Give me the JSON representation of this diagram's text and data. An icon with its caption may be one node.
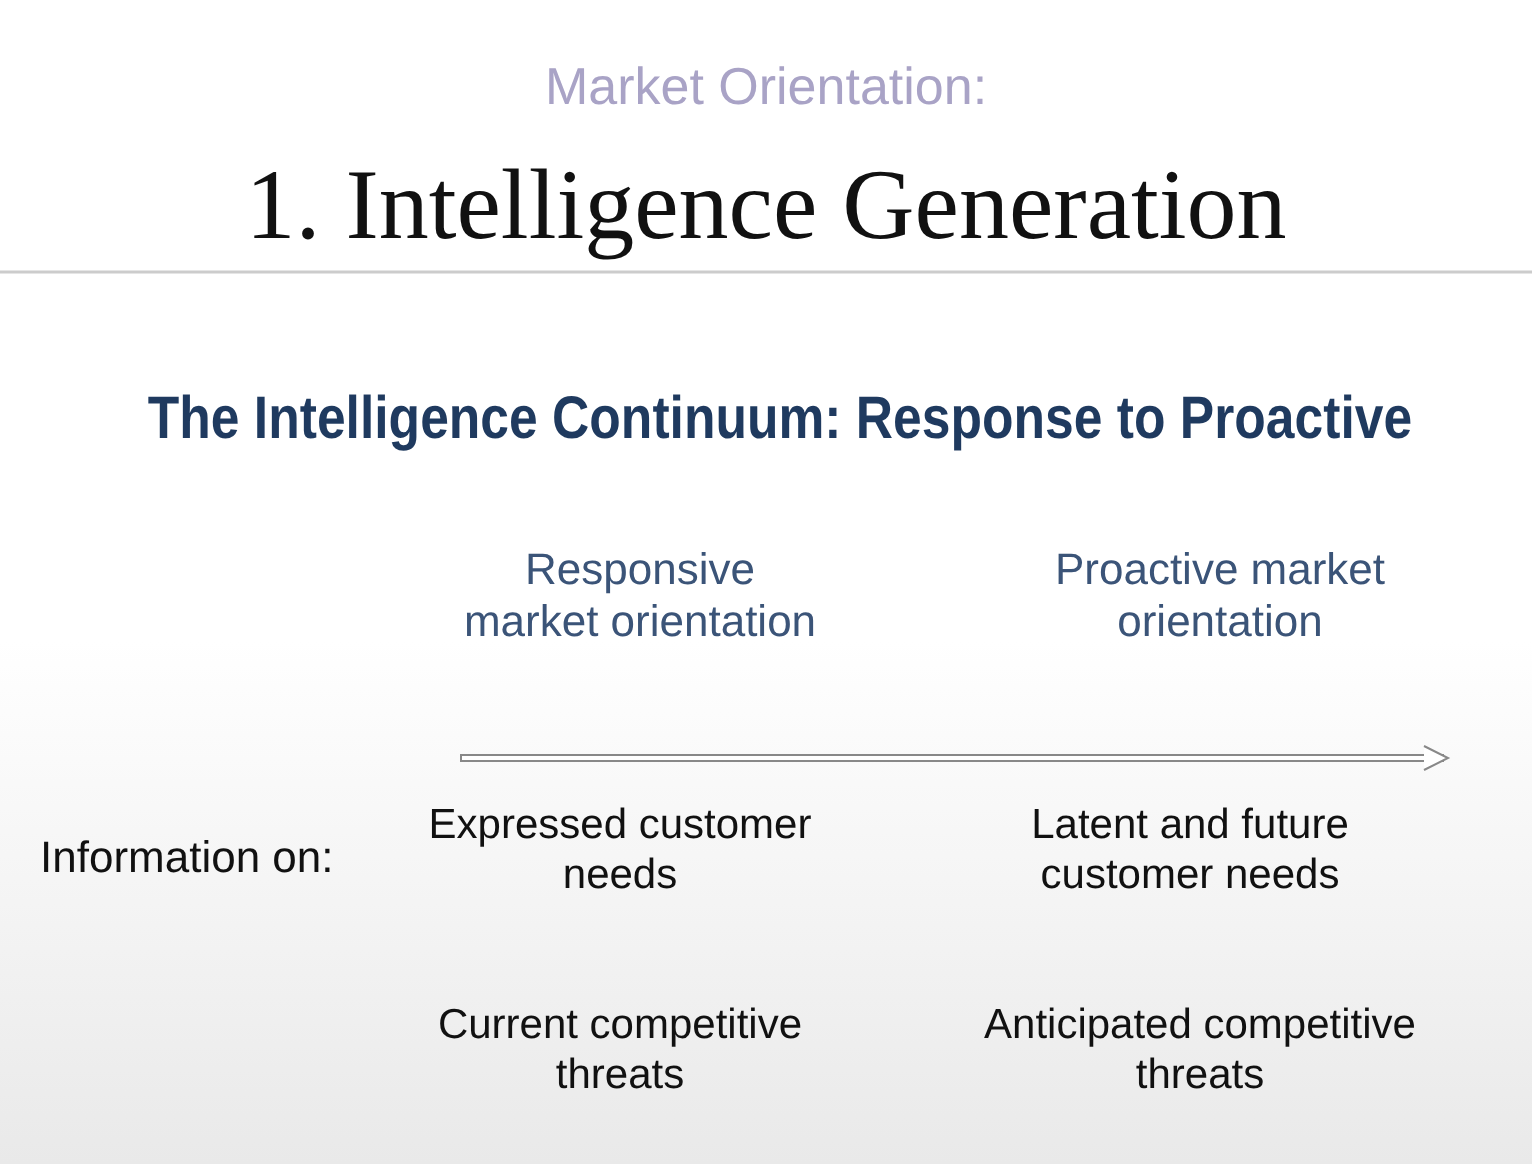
{
  "diagram": {
    "labels": [
      "Market Orientation:",
      "1. Intelligence Generation",
      "The Intelligence Continuum: Response to Proactive",
      "Responsive market orientation",
      "Proactive market orientation",
      "Information on:",
      "Expressed customer needs",
      "Latent and future customer needs",
      "Current competitive threats",
      "Anticipated competitive threats"
    ]
  }
}
